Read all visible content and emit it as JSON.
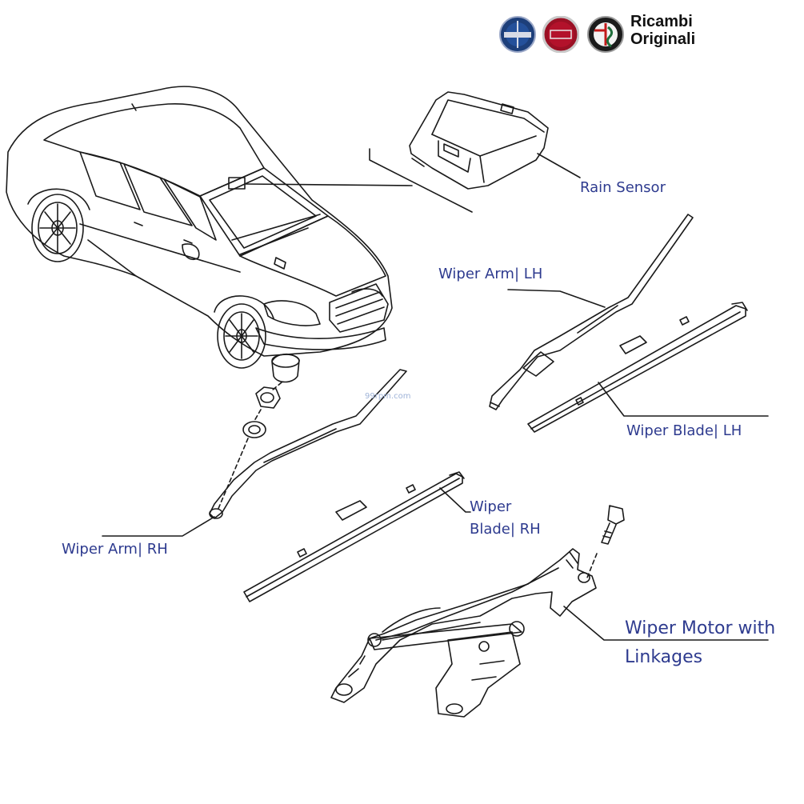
{
  "brand": {
    "text_line1": "Ricambi",
    "text_line2": "Originali",
    "badges": [
      {
        "name": "lancia-logo",
        "label": "LANCIA",
        "color": "#1d3f7a"
      },
      {
        "name": "fiat-logo",
        "label": "FIAT",
        "color": "#b3122b"
      },
      {
        "name": "alfa-romeo-logo",
        "label": "ALFA ROMEO",
        "color": "#1f6e3b"
      }
    ]
  },
  "watermark": "99rpm.com",
  "labels": {
    "rain_sensor": "Rain Sensor",
    "wiper_arm_lh": "Wiper Arm| LH",
    "wiper_blade_lh": "Wiper Blade| LH",
    "wiper_arm_rh": "Wiper Arm| RH",
    "wiper_blade_rh_line1": "Wiper",
    "wiper_blade_rh_line2": "Blade| RH",
    "wiper_motor_line1": "Wiper Motor with",
    "wiper_motor_line2": "Linkages"
  },
  "colors": {
    "label_text": "#2e3b8f",
    "line_art": "#1a1a1a"
  }
}
